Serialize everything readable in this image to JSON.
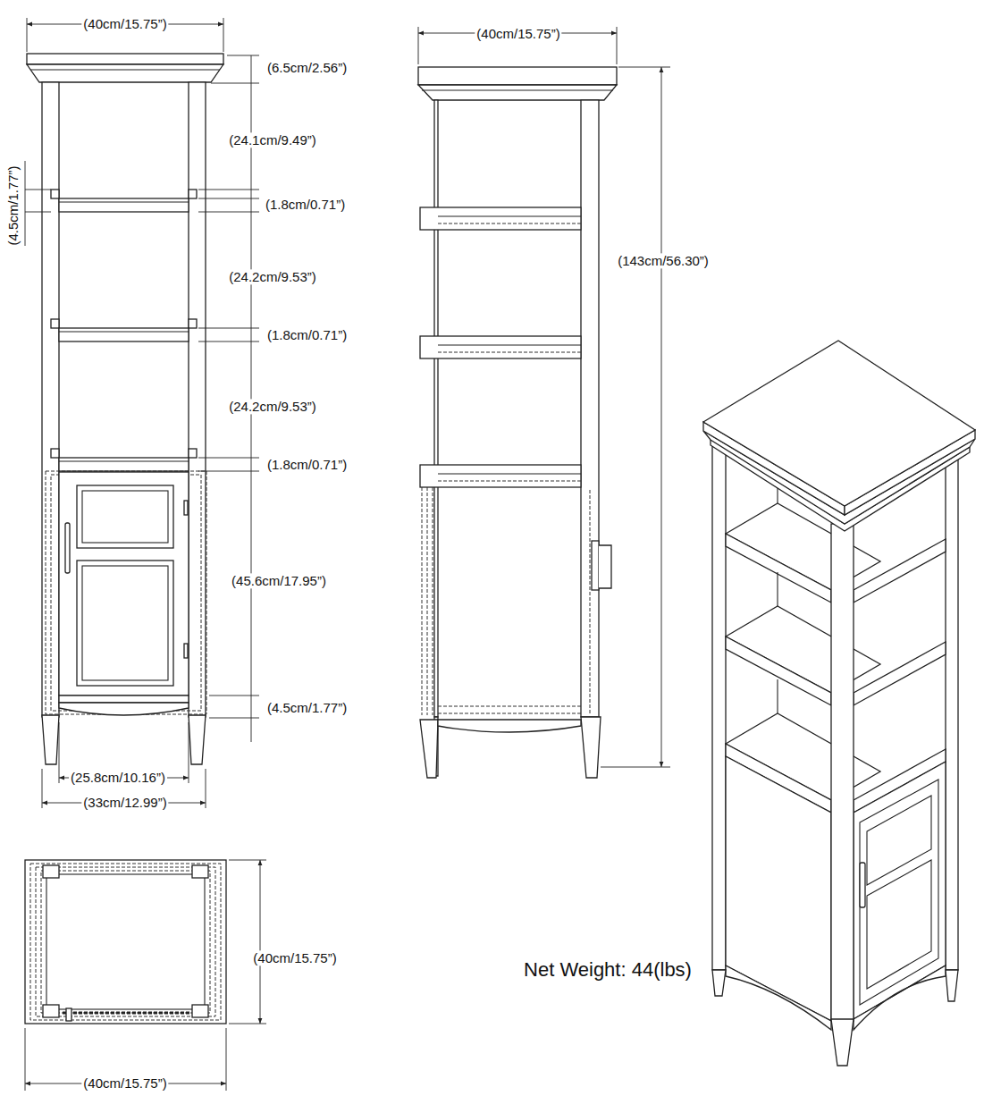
{
  "diagram": {
    "labels": [
      "(40cm/15.75”)",
      "(6.5cm/2.56”)",
      "(24.1cm/9.49”)",
      "(4.5cm/1.77”)",
      "(1.8cm/0.71”)",
      "(24.2cm/9.53”)",
      "(1.8cm/0.71”)",
      "(24.2cm/9.53”)",
      "(1.8cm/0.71”)",
      "(45.6cm/17.95”)",
      "(4.5cm/1.77”)",
      "(25.8cm/10.16”)",
      "(33cm/12.99”)",
      "(40cm/15.75”)",
      "(143cm/56.30”)",
      "(40cm/15.75”)",
      "(40cm/15.75”)",
      "Net Weight: 44(lbs)"
    ]
  }
}
